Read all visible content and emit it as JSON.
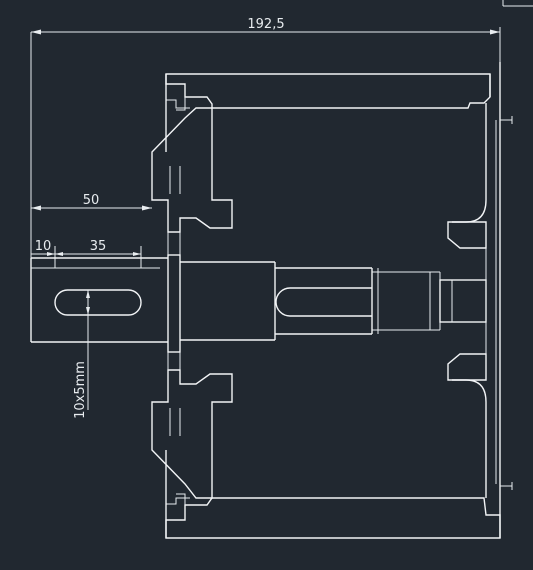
{
  "drawing": {
    "colors": {
      "background": "#212830",
      "line": "#e8ecef"
    },
    "dimensions": {
      "overall_width": "192,5",
      "left_extent": "50",
      "keyway_offset": "10",
      "keyway_length": "35",
      "keyway_size": "10x5mm"
    }
  }
}
